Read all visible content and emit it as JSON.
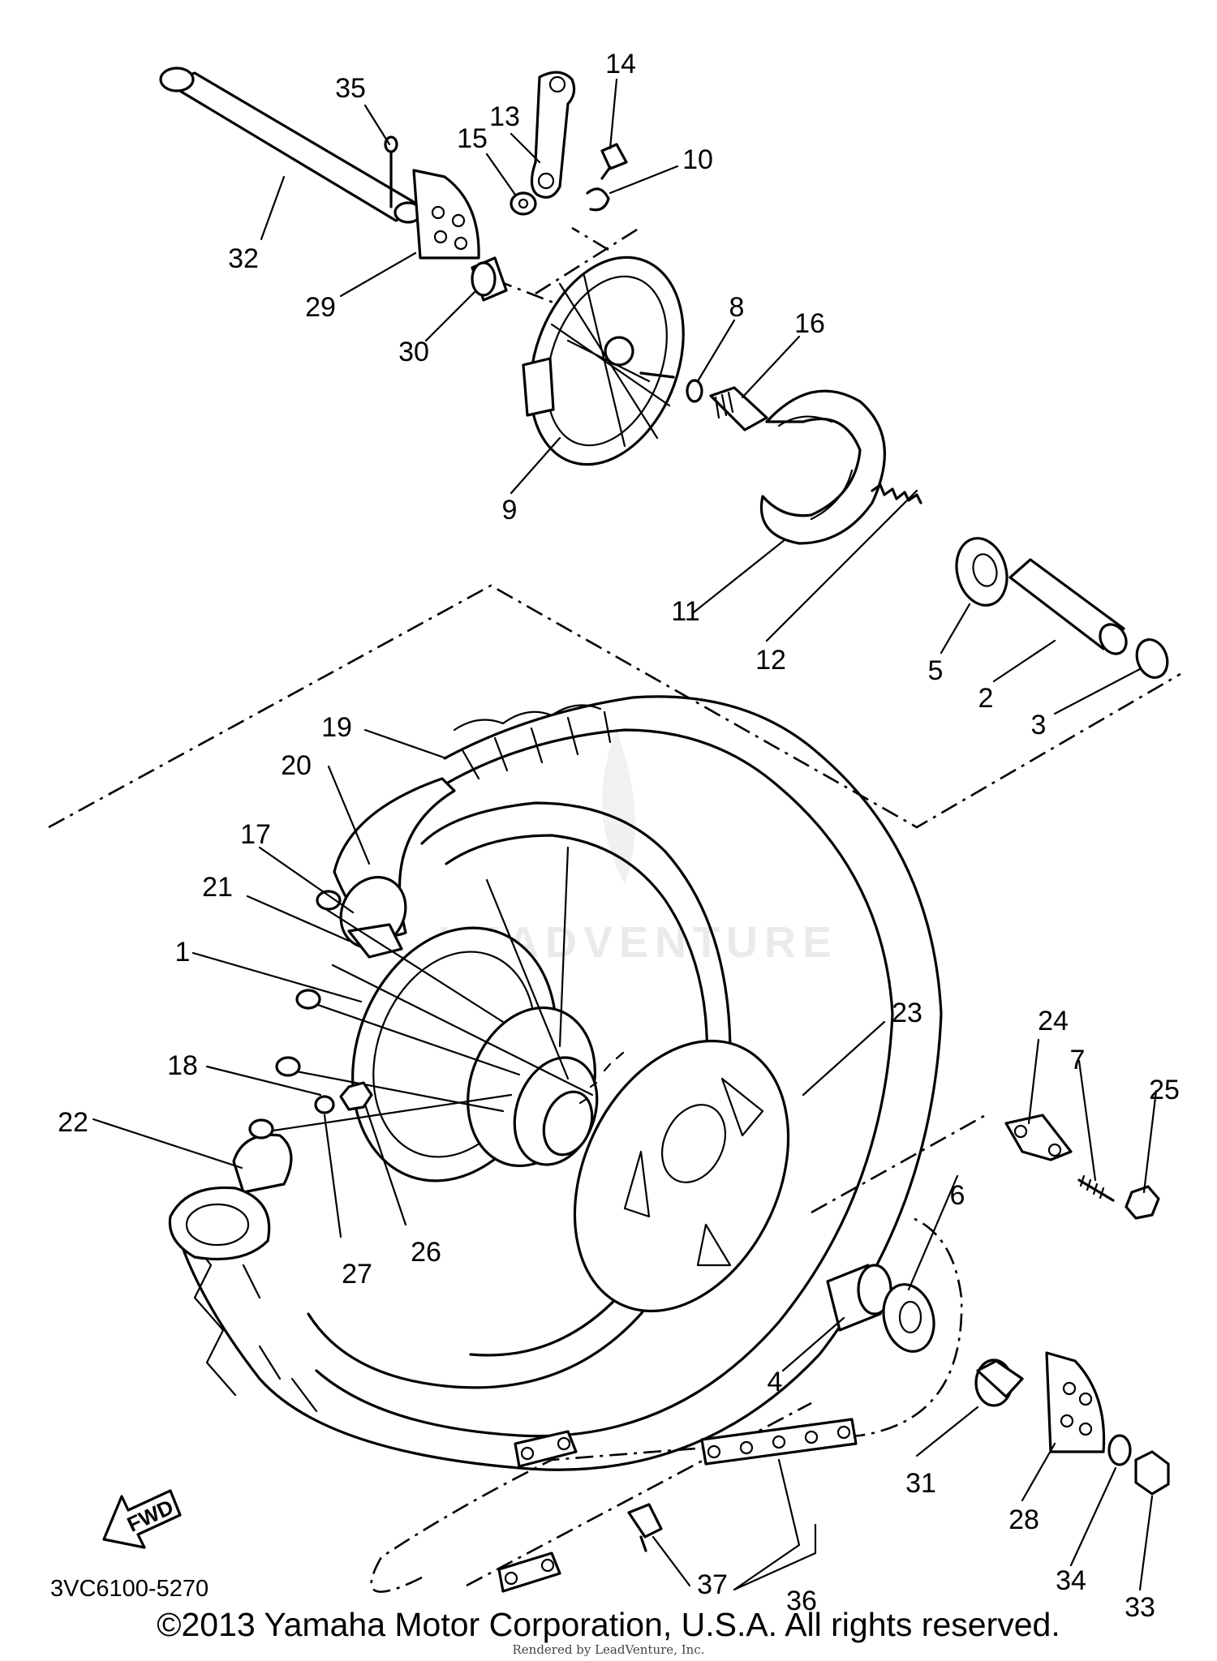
{
  "diagram": {
    "part_code": "3VC6100-5270",
    "fwd_label": "FWD",
    "watermark": "LEADVENTURE",
    "callouts": [
      "35",
      "14",
      "13",
      "15",
      "10",
      "32",
      "29",
      "30",
      "8",
      "16",
      "9",
      "11",
      "12",
      "5",
      "2",
      "3",
      "19",
      "20",
      "17",
      "21",
      "1",
      "23",
      "24",
      "7",
      "25",
      "18",
      "22",
      "27",
      "26",
      "6",
      "4",
      "31",
      "28",
      "34",
      "33",
      "37",
      "36"
    ]
  },
  "footer": {
    "copyright": "©2013 Yamaha Motor Corporation, U.S.A. All rights reserved.",
    "rendered_by": "Rendered by LeadVenture, Inc."
  }
}
